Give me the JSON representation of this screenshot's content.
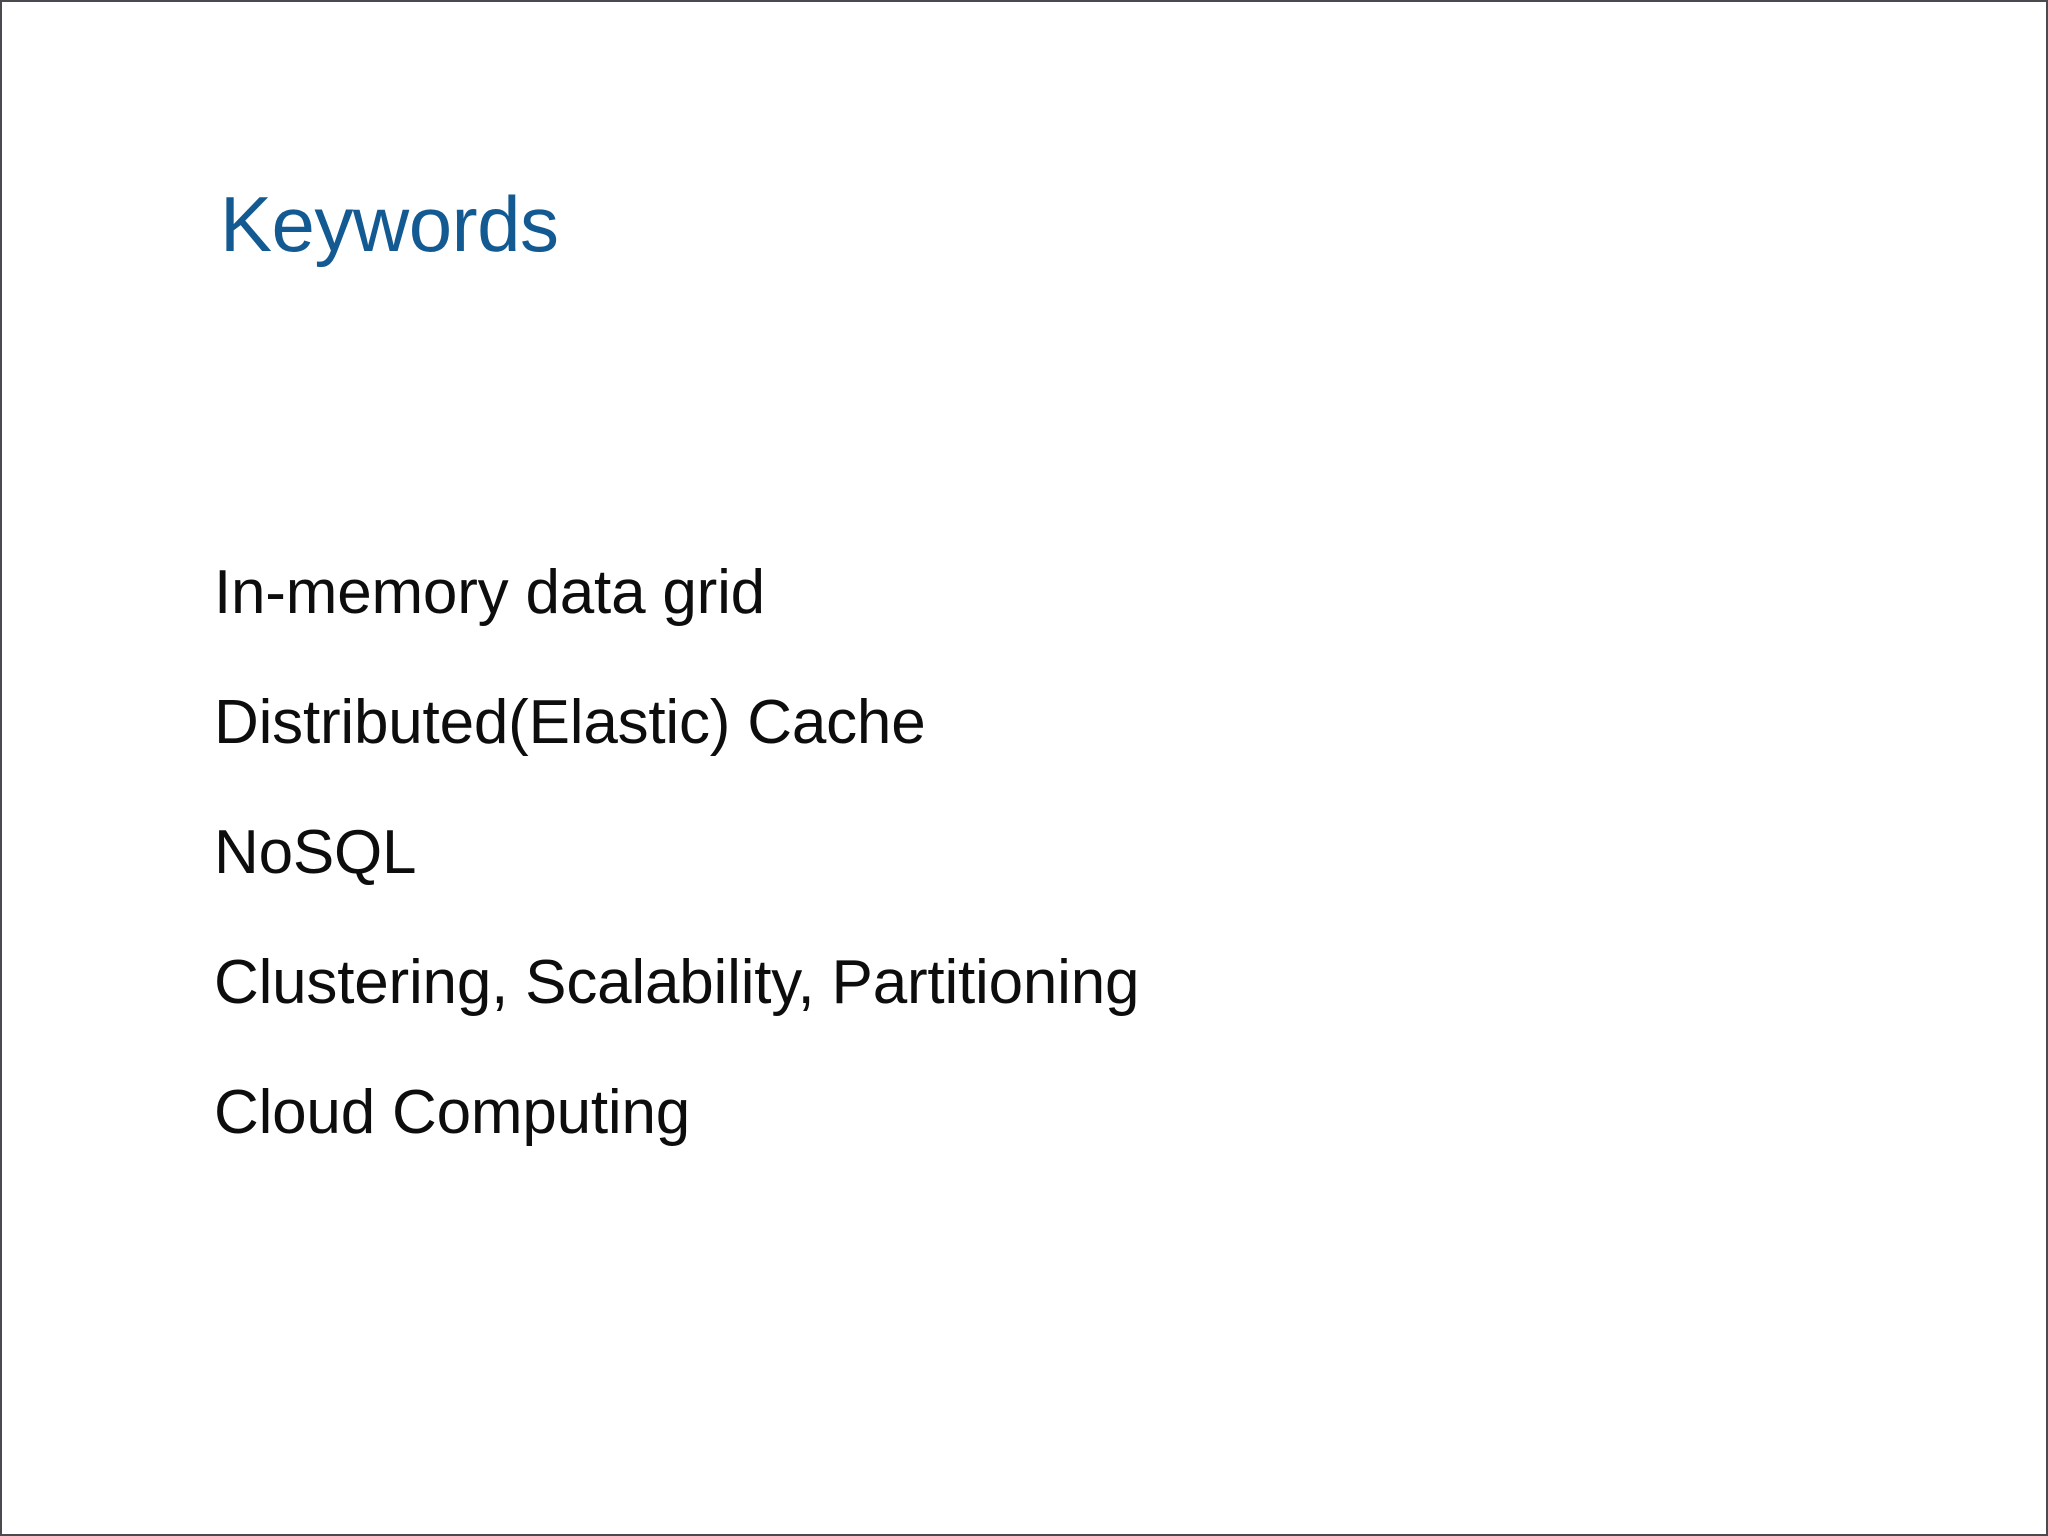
{
  "slide": {
    "title": "Keywords",
    "title_color": "#135A92",
    "body_color": "#0d0d0d",
    "background_color": "#ffffff",
    "border_color": "#4a4a4f",
    "keywords": [
      {
        "label": "In-memory data grid"
      },
      {
        "label": "Distributed(Elastic) Cache"
      },
      {
        "label": "NoSQL"
      },
      {
        "label": "Clustering, Scalability, Partitioning"
      },
      {
        "label": "Cloud Computing"
      }
    ]
  }
}
